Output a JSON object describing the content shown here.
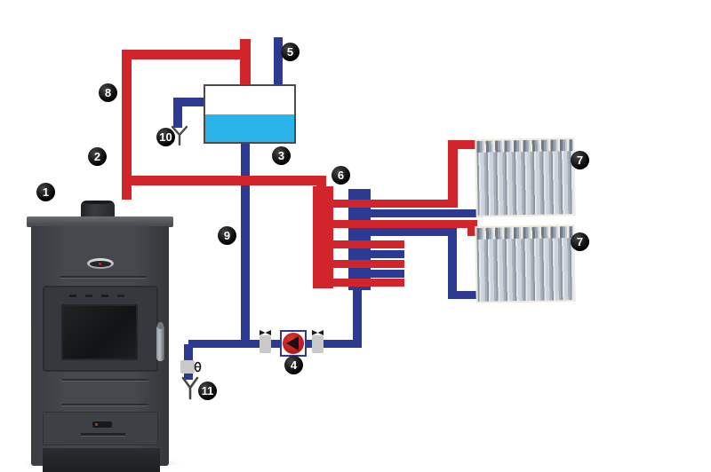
{
  "diagram": {
    "type": "heating-system-installation-scheme",
    "callouts": [
      {
        "number": "1"
      },
      {
        "number": "2"
      },
      {
        "number": "3"
      },
      {
        "number": "4"
      },
      {
        "number": "5"
      },
      {
        "number": "6"
      },
      {
        "number": "7"
      },
      {
        "number": "7"
      },
      {
        "number": "8"
      },
      {
        "number": "9"
      },
      {
        "number": "10"
      },
      {
        "number": "11"
      }
    ],
    "colors": {
      "supply_pipe_red": "#d2242b",
      "return_pipe_blue": "#2c3a92",
      "tank_water_cyan": "#2bb4e9",
      "pump_rotor_red": "#b3161c",
      "valve_gray": "#c9c9c9",
      "callout_bg": "#000000",
      "callout_text": "#ffffff",
      "stove_body_gray": "#45484d",
      "radiator_silver": "#ccd3da",
      "background": "#ffffff"
    }
  }
}
